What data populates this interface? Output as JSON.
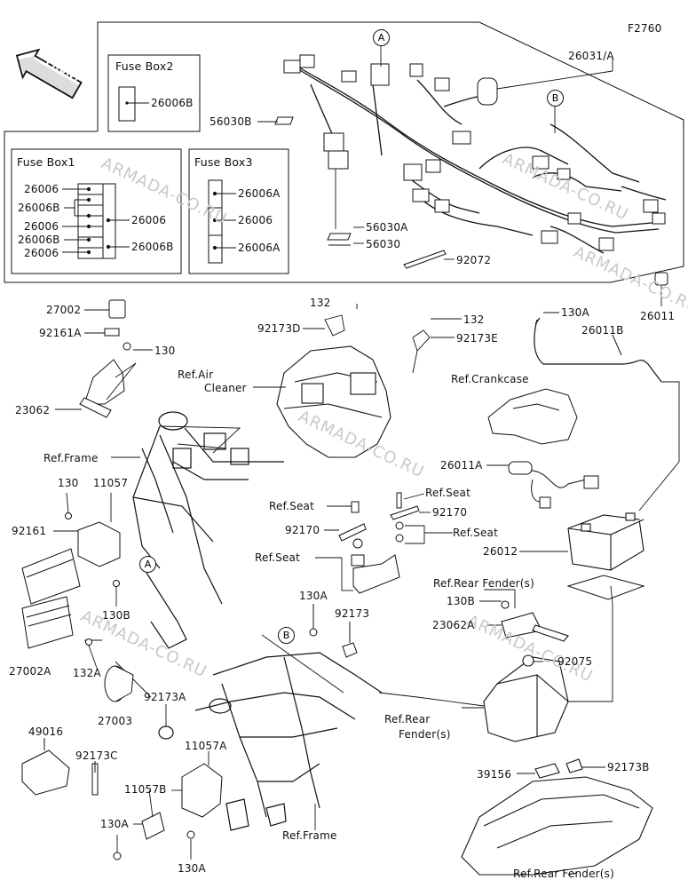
{
  "figure_code": "F2760",
  "front_label": "FRONT",
  "watermark": "ARMADA-CO.RU",
  "fuse_boxes": {
    "box1": {
      "title": "Fuse Box1",
      "parts": [
        "26006",
        "26006B",
        "26006",
        "26006B",
        "26006",
        "26006",
        "26006B"
      ]
    },
    "box2": {
      "title": "Fuse Box2",
      "parts": [
        "26006B"
      ]
    },
    "box3": {
      "title": "Fuse Box3",
      "parts": [
        "26006A",
        "26006",
        "26006A"
      ]
    }
  },
  "circle_markers": {
    "a": "A",
    "b": "B"
  },
  "parts": {
    "p26031A": "26031/A",
    "p56030B": "56030B",
    "p56030A": "56030A",
    "p56030": "56030",
    "p92072": "92072",
    "p26011": "26011",
    "p27002": "27002",
    "p92161A": "92161A",
    "p130_top": "130",
    "p23062": "23062",
    "p132_a": "132",
    "p92173D": "92173D",
    "p132_b": "132",
    "p92173E": "92173E",
    "p130A_top": "130A",
    "p26011B": "26011B",
    "p26011A": "26011A",
    "p26012": "26012",
    "p130_left": "130",
    "p11057": "11057",
    "p92161": "92161",
    "p130B_left": "130B",
    "p27002A": "27002A",
    "p132A": "132A",
    "p27003": "27003",
    "p92173A": "92173A",
    "p49016": "49016",
    "p92173C": "92173C",
    "p11057A": "11057A",
    "p11057B": "11057B",
    "p130A_bl": "130A",
    "p130A_bm": "130A",
    "p92170_a": "92170",
    "p92170_b": "92170",
    "p130A_mid": "130A",
    "p92173": "92173",
    "p130B_right": "130B",
    "p23062A": "23062A",
    "p92075": "92075",
    "p39156": "39156",
    "p92173B": "92173B"
  },
  "refs": {
    "air_cleaner_1": "Ref.Air",
    "air_cleaner_2": "Cleaner",
    "crankcase": "Ref.Crankcase",
    "frame_top": "Ref.Frame",
    "frame_bottom": "Ref.Frame",
    "seat_1": "Ref.Seat",
    "seat_2": "Ref.Seat",
    "seat_3": "Ref.Seat",
    "seat_4": "Ref.Seat",
    "rear_fender_1": "Ref.Rear Fender(s)",
    "rear_fender_2a": "Ref.Rear",
    "rear_fender_2b": "Fender(s)",
    "rear_fender_3": "Ref.Rear Fender(s)"
  }
}
